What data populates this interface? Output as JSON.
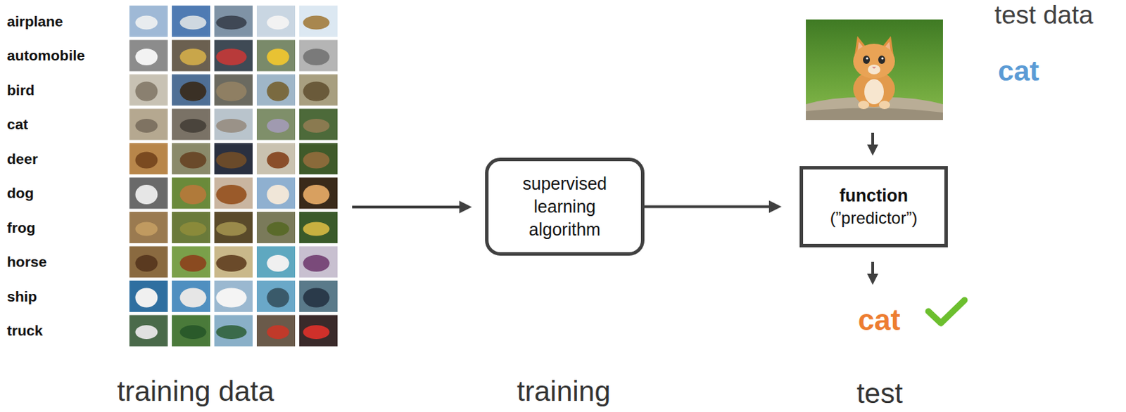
{
  "diagram": {
    "nodes": [
      {
        "text": [
          "supervised learning algorithm"
        ]
      },
      {
        "text": [
          "function",
          "(”predictor”)"
        ]
      }
    ],
    "edges": [
      {
        "from": 0,
        "to": 1,
        "arrow": "to"
      }
    ],
    "labels": [
      "airplane",
      "automobile",
      "bird",
      "cat",
      "deer",
      "dog",
      "frog",
      "horse",
      "ship",
      "truck",
      "test data",
      "cat",
      "cat",
      "training data",
      "training",
      "test"
    ]
  }
}
